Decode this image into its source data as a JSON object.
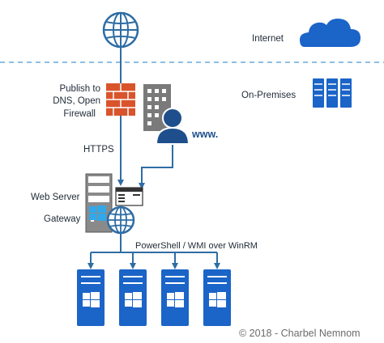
{
  "labels": {
    "internet": "Internet",
    "on_premises": "On-Premises",
    "publish_line1": "Publish to",
    "publish_line2": "DNS, Open",
    "publish_line3": "Firewall",
    "https": "HTTPS",
    "www": "www.",
    "web_server": "Web Server",
    "gateway": "Gateway",
    "powershell": "PowerShell / WMI over WinRM",
    "copyright": "© 2018 - Charbel Nemnom"
  },
  "colors": {
    "line": "#2e6da4",
    "dashed_separator": "#6aa9d8",
    "cloud": "#1b64c8",
    "firewall": "#d9542c",
    "building": "#7a7a7a",
    "server_blue": "#1b64c8",
    "windows_logo": "#31a8ea"
  },
  "icons": {
    "top_globe": "globe-icon",
    "cloud": "cloud-icon",
    "datacenter": "datacenter-icon",
    "firewall": "firewall-icon",
    "building": "building-icon",
    "user": "user-icon",
    "web_server": "server-tower-icon",
    "browser": "browser-window-icon",
    "gateway_globe": "globe-icon",
    "windows": "windows-logo-icon",
    "managed_servers": "windows-server-icon"
  }
}
